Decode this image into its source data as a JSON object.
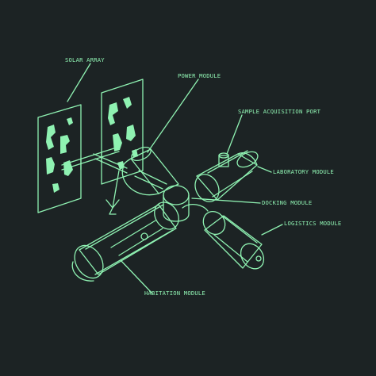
{
  "labels": {
    "solar_array": "SOLAR ARRAY",
    "power_module": "POWER MODULE",
    "sample_acquisition_port": "SAMPLE ACQUISITION PORT",
    "laboratory_module": "LABORATORY MODULE",
    "docking_module": "DOCKING MODULE",
    "logistics_module": "LOGISTICS MODULE",
    "habitation_module": "HABITATION MODULE"
  },
  "colors": {
    "background": "#1c2324",
    "line": "#8ff2b2"
  }
}
